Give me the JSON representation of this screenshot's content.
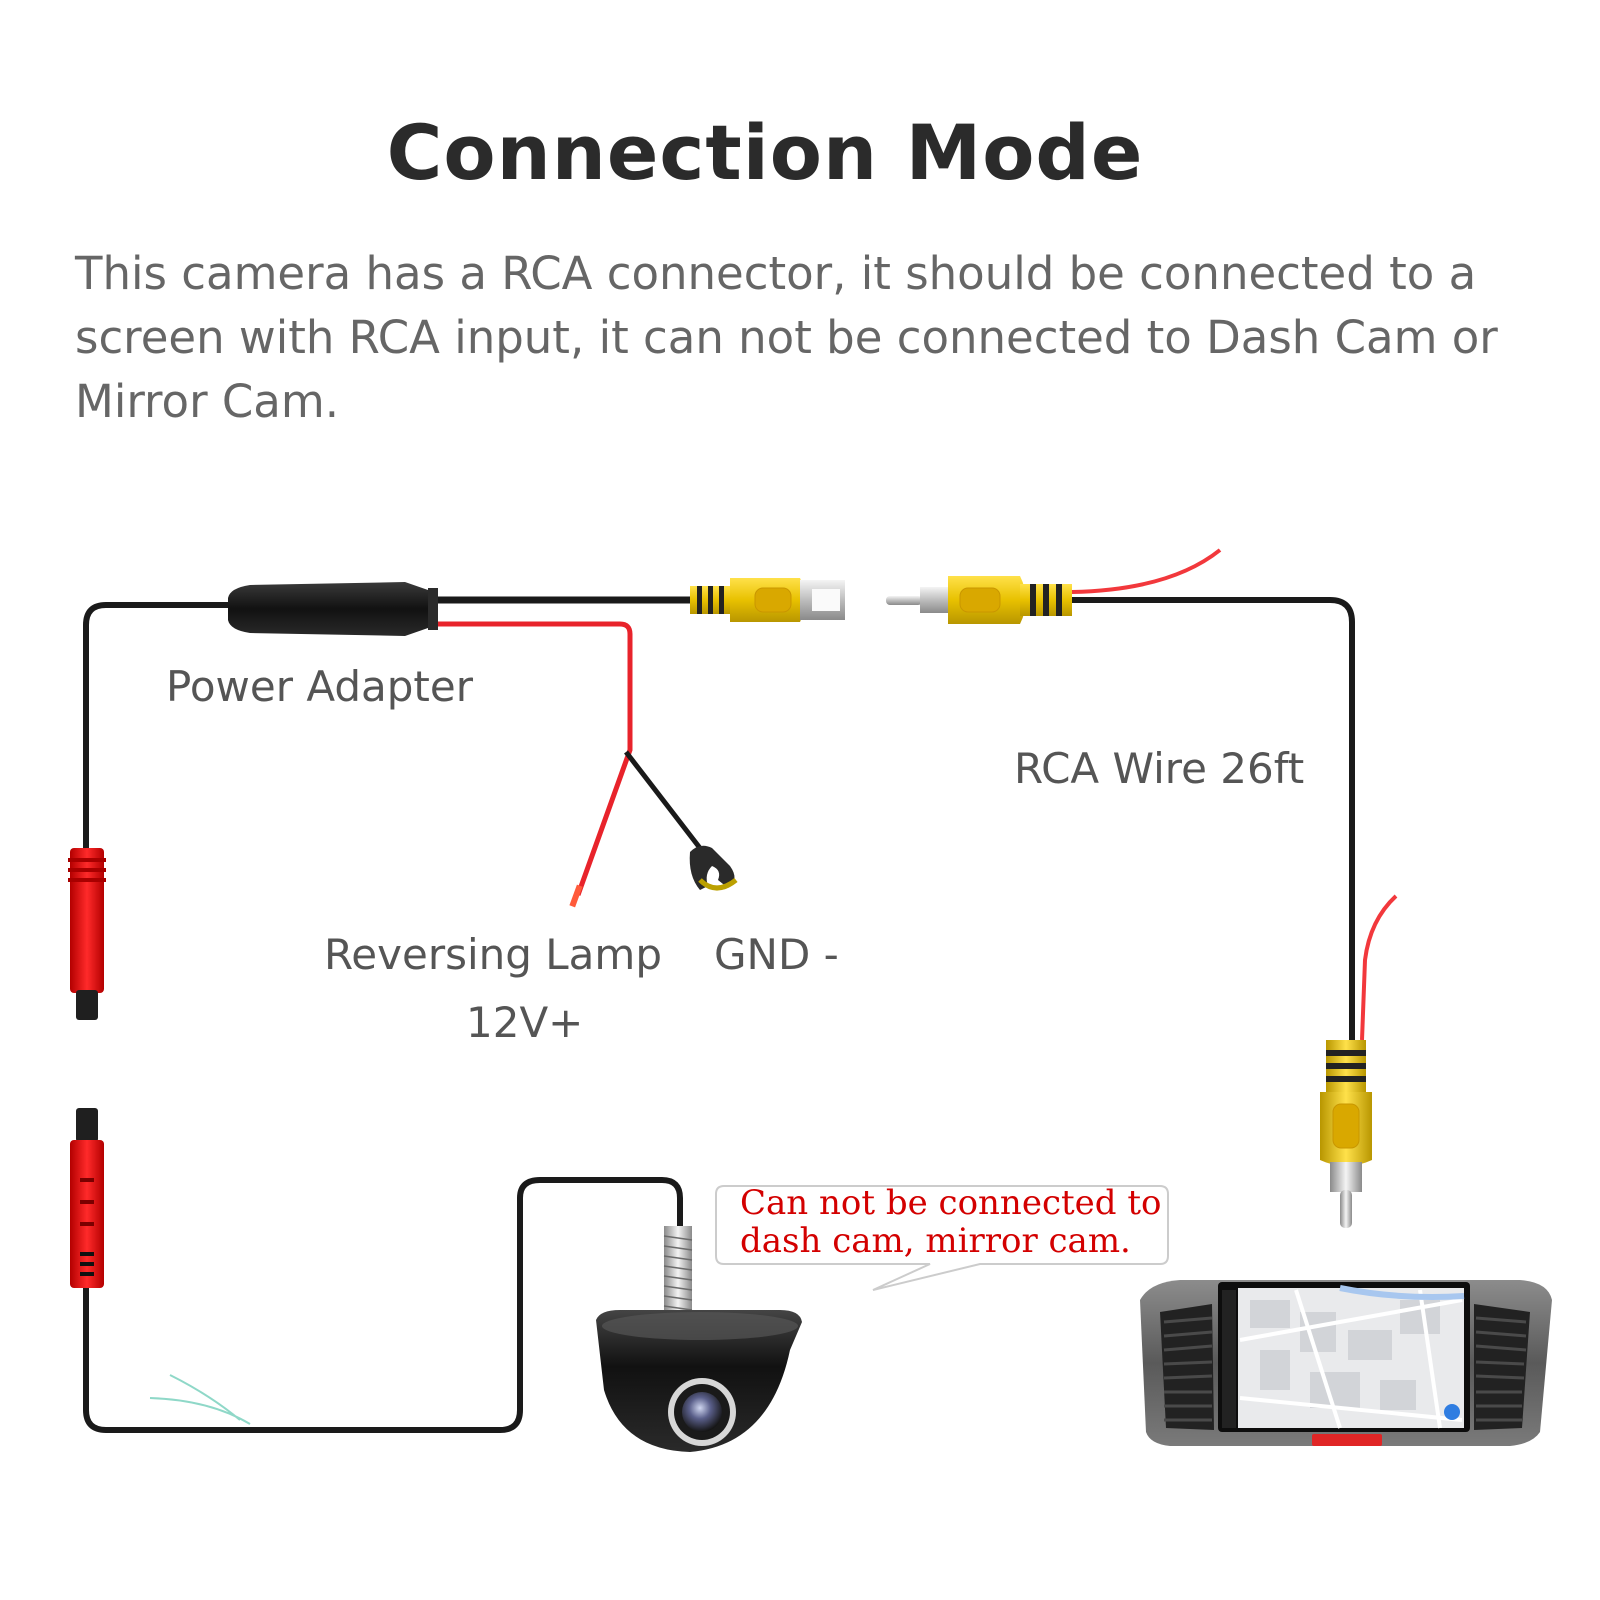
{
  "title": "Connection Mode",
  "intro": "This camera has a RCA connector, it should be connected to a screen with RCA input, it can not be connected to Dash Cam or Mirror Cam.",
  "labels": {
    "power_adapter": "Power Adapter",
    "rca_wire": "RCA Wire 26ft",
    "reversing_lamp": "Reversing Lamp",
    "voltage": "12V+",
    "gnd": "GND -"
  },
  "callout": "Can not be connected to dash cam, mirror cam.",
  "colors": {
    "wire_black": "#1a1a1a",
    "wire_red": "#e8232b",
    "rca_yellow": "#e8c100",
    "connector_red": "#ee1c1c",
    "callout_text": "#d30000"
  }
}
